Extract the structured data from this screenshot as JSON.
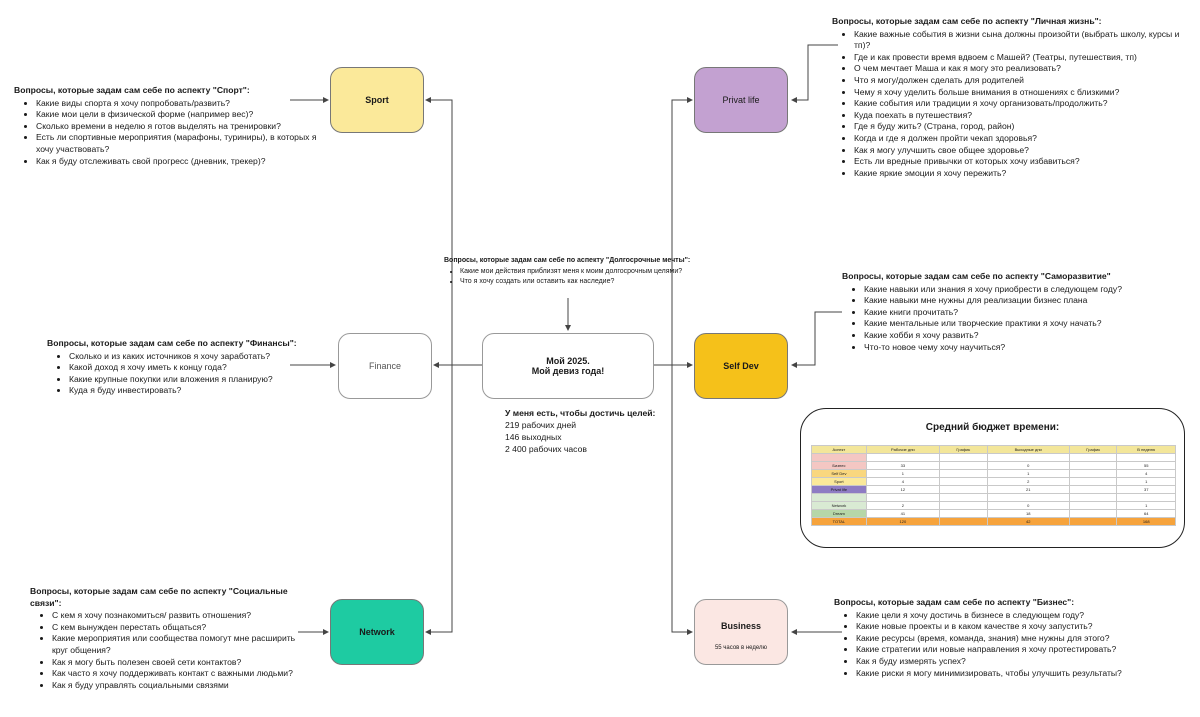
{
  "nodes": {
    "sport": {
      "label": "Sport",
      "color": "#fbe99a"
    },
    "privat": {
      "label": "Privat life",
      "color": "#c3a1d1"
    },
    "finance": {
      "label": "Finance",
      "color": "#ffffff"
    },
    "center": {
      "line1": "Мой 2025.",
      "line2": "Мой девиз года!"
    },
    "selfdev": {
      "label": "Self Dev",
      "color": "#f5c11a"
    },
    "network": {
      "label": "Network",
      "color": "#1ecba2"
    },
    "business": {
      "label": "Business",
      "sub": "55 часов в неделю",
      "color": "#fbe7e3"
    }
  },
  "sport_q": {
    "title": "Вопросы, которые задам сам себе по аспекту \"Спорт\":",
    "items": [
      "Какие виды спорта я хочу попробовать/развить?",
      "Какие мои цели в физической форме (например вес)?",
      "Сколько времени в неделю я готов выделять на тренировки?",
      "Есть ли спортивные мероприятия (марафоны, туриниры), в которых я хочу участвовать?",
      "Как я буду отслеживать свой прогресс (дневник, трекер)?"
    ]
  },
  "privat_q": {
    "title": "Вопросы, которые задам сам себе по аспекту \"Личная жизнь\":",
    "items": [
      "Какие важные события в жизни сына должны произойти (выбрать школу, курсы и тп)?",
      "Где и как провести время вдвоем с Машей? (Театры, путешествия, тп)",
      "О чем мечтает Маша и как я могу это реализовать?",
      "Что я могу/должен сделать для родителей",
      "Чему я хочу уделить больше внимания в отношениях с близкими?",
      "Какие события или традиции я хочу организовать/продолжить?",
      "Куда поехать в путешествия?",
      "Где я буду жить? (Страна, город, район)",
      "Когда и где я должен пройти чекап здоровья?",
      "Как я могу улучшить свое общее здоровье?",
      "Есть ли вредные привычки от которых хочу избавиться?",
      "Какие яркие эмоции я хочу пережить?"
    ]
  },
  "dream_q": {
    "title": "Вопросы, которые задам сам себе по аспекту \"Долгосрочные мечты\":",
    "items": [
      "Какие мои действия приблизят меня к моим долгосрочным целями?",
      "Что я хочу создать или оставить как наследие?"
    ]
  },
  "selfdev_q": {
    "title": "Вопросы, которые задам сам себе по аспекту \"Саморазвитие\"",
    "items": [
      "Какие навыки или знания я хочу приобрести в следующем году?",
      "Какие навыки мне нужны для реализации бизнес плана",
      "Какие книги прочитать?",
      "Какие ментальные или творческие практики я хочу начать?",
      "Какие хобби я хочу развить?",
      "Что-то новое чему хочу научиться?"
    ]
  },
  "finance_q": {
    "title": "Вопросы, которые задам сам себе по аспекту \"Финансы\":",
    "items": [
      "Сколько и из каких источников я хочу заработать?",
      "Какой доход я хочу иметь к концу года?",
      "Какие крупные покупки или вложения я планирую?",
      "Куда я буду инвестировать?"
    ]
  },
  "goals": {
    "title": "У меня есть, чтобы достичь целей:",
    "lines": [
      "219 рабочих дней",
      "146 выходных",
      "2 400 рабочих часов"
    ]
  },
  "budget": {
    "title": "Средний бюджет времени:",
    "headers": [
      "Аспект",
      "Рабочие дни",
      "График",
      "Выходные дни",
      "График",
      "В неделю"
    ],
    "rows": [
      {
        "cells": [
          "",
          "",
          "",
          "",
          "",
          ""
        ],
        "color": "#f4c7c3"
      },
      {
        "cells": [
          "Бизнес",
          "33",
          "",
          "0",
          "",
          "55"
        ],
        "color": "#f4c7c3"
      },
      {
        "cells": [
          "Self Dev",
          "1",
          "",
          "1",
          "",
          "4"
        ],
        "color": "#f9d77e"
      },
      {
        "cells": [
          "Sport",
          "4",
          "",
          "2",
          "",
          "1"
        ],
        "color": "#fbe99a"
      },
      {
        "cells": [
          "Privat life",
          "12",
          "",
          "21",
          "",
          "37"
        ],
        "color": "#8e7cc3"
      },
      {
        "cells": [
          "",
          "",
          "",
          "",
          "",
          ""
        ],
        "color": "#d9ead3"
      },
      {
        "cells": [
          "Network",
          "2",
          "",
          "0",
          "",
          "1"
        ],
        "color": "#d9ead3"
      },
      {
        "cells": [
          "Dream",
          "41",
          "",
          "18",
          "",
          "64"
        ],
        "color": "#b6d7a8"
      },
      {
        "cells": [
          "TOTAL",
          "120",
          "",
          "42",
          "",
          "168"
        ],
        "color": "#f6a33c"
      }
    ]
  },
  "network_q": {
    "title": "Вопросы, которые задам сам себе по аспекту \"Социальные связи\":",
    "items": [
      "С кем я хочу познакомиться/ развить отношения?",
      "С кем вынужден перестать общаться?",
      "Какие мероприятия или сообщества помогут мне расширить круг общения?",
      "Как я могу быть полезен своей сети контактов?",
      "Как часто я хочу поддерживать контакт с важными людьми?",
      "Как я буду управлять социальными связями"
    ]
  },
  "business_q": {
    "title": "Вопросы, которые задам сам себе по аспекту \"Бизнес\":",
    "items": [
      "Какие цели я хочу достичь в бизнесе в следующем году?",
      "Какие новые проекты и в каком качестве я хочу запустить?",
      "Какие ресурсы (время, команда, знания) мне нужны для этого?",
      "Какие стратегии или новые направления я хочу протестировать?",
      "Как я буду измерять успех?",
      "Какие риски я могу минимизировать, чтобы улучшить результаты?"
    ]
  }
}
